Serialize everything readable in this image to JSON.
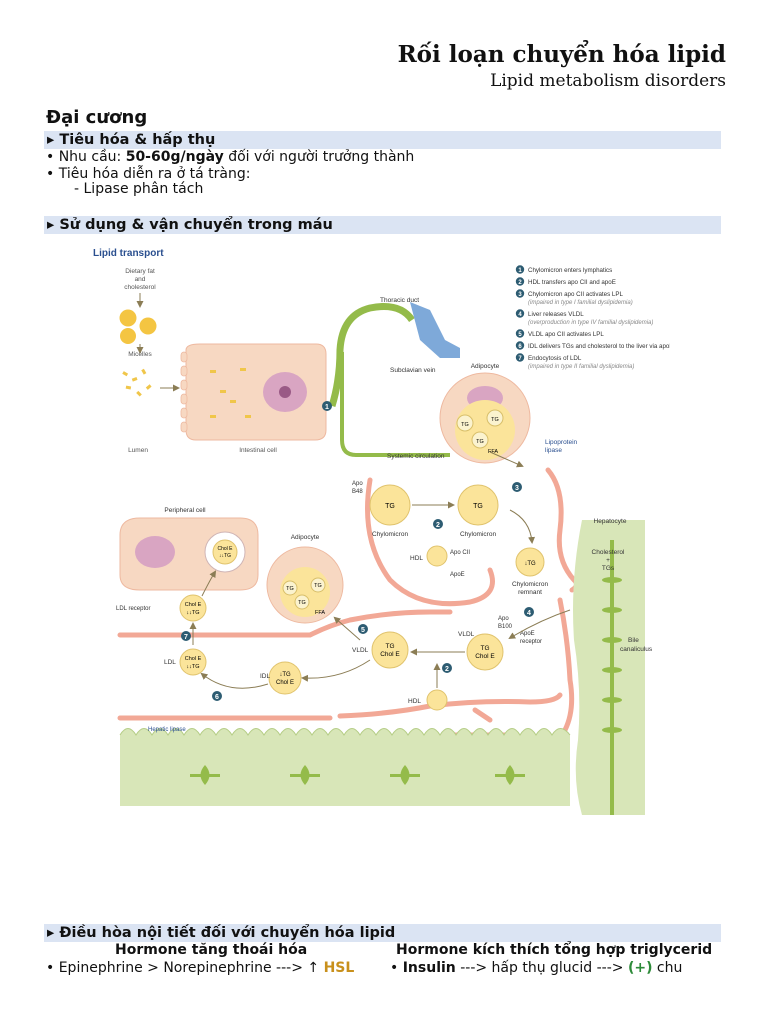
{
  "doc": {
    "title": "Rối loạn chuyển hóa lipid",
    "subtitle": "Lipid metabolism disorders"
  },
  "section": {
    "heading": "Đại cương"
  },
  "digestion": {
    "heading": "▸ Tiêu hóa & hấp thụ",
    "need_prefix": "• Nhu cầu: ",
    "need_value": "50-60g/ngày",
    "need_suffix": " đối với người trưởng thành",
    "site": "• Tiêu hóa diễn ra ở tá tràng:",
    "lipase": "- Lipase phân tách"
  },
  "transport": {
    "heading": "▸ Sử dụng & vận chuyển trong máu",
    "figure": {
      "title": "Lipid transport",
      "labels": {
        "dietary": [
          "Dietary fat",
          "and",
          "cholesterol"
        ],
        "micelles": "Micelles",
        "lumen": "Lumen",
        "intestinal_cell": "Intestinal cell",
        "thoracic_duct": "Thoracic duct",
        "subclavian_vein": "Subclavian vein",
        "systemic_circulation": "Systemic circulation",
        "adipocyte": "Adipocyte",
        "lipoprotein_lipase": [
          "Lipoprotein",
          "lipase"
        ],
        "apo_b48": [
          "Apo",
          "B48"
        ],
        "chylomicron": "Chylomicron",
        "hdl": "HDL",
        "apo_cii": "Apo CII",
        "apo_e": "ApoE",
        "chylomicron_remnant": [
          "Chylomicron",
          "remnant"
        ],
        "hepatocyte": "Hepatocyte",
        "cholesterol_tgs": [
          "Cholesterol",
          "+",
          "TGs"
        ],
        "bile_canaliculus": [
          "Bile",
          "canaliculus"
        ],
        "apoe_receptor": [
          "ApoE",
          "receptor"
        ],
        "apo_b100": [
          "Apo",
          "B100"
        ],
        "vldl": "VLDL",
        "idl": "IDL",
        "ldl": "LDL",
        "peripheral_cell": "Peripheral cell",
        "ldl_receptor": "LDL receptor",
        "hepatic_lipase": "Hepatic lipase",
        "ffa": "FFA",
        "tg": "TG",
        "down_tg": "↓TG",
        "tg_chol_e": [
          "TG",
          "Chol E"
        ],
        "down_tg_chol_e": [
          "↓TG",
          "Chol E"
        ],
        "chol_e_down_tg": [
          "Chol E",
          "↓↓TG"
        ]
      },
      "legend": [
        {
          "num": "1",
          "text": "Chylomicron enters lymphatics",
          "note": ""
        },
        {
          "num": "2",
          "text": "HDL transfers apo CII and apoE",
          "note": ""
        },
        {
          "num": "3",
          "text": "Chylomicron apo CII activates LPL",
          "note": "(impaired in type I familial dyslipidemia)"
        },
        {
          "num": "4",
          "text": "Liver releases VLDL",
          "note": "(overproduction in type IV familial dyslipidemia)"
        },
        {
          "num": "5",
          "text": "VLDL apo CII activates LPL",
          "note": ""
        },
        {
          "num": "6",
          "text": "IDL delivers TGs and cholesterol to the liver via apoE",
          "note": ""
        },
        {
          "num": "7",
          "text": "Endocytosis of LDL",
          "note": "(impaired in type II familial dyslipidemia)"
        }
      ],
      "colors": {
        "vessel": "#f2a896",
        "hepatocyte": "#d8e6b8",
        "particle": "#fbe49a",
        "lymph": "#94bb4a",
        "vein": "#7ea9d9",
        "step_marker": "#2d5c72"
      }
    }
  },
  "regulation": {
    "heading": "▸ Điều hòa nội tiết đối với chuyển hóa lipid",
    "left_heading": "Hormone tăng thoái hóa",
    "right_heading": "Hormone kích thích tổng hợp triglycerid",
    "left_line_prefix": "• Epinephrine > Norepinephrine ---> ↑ ",
    "left_line_key": "HSL",
    "right_line_bullet": "• ",
    "right_line_key": "Insulin",
    "right_line_mid": " ---> hấp thụ glucid ---> ",
    "right_line_plus": "(+)",
    "right_line_suffix": " chu"
  }
}
